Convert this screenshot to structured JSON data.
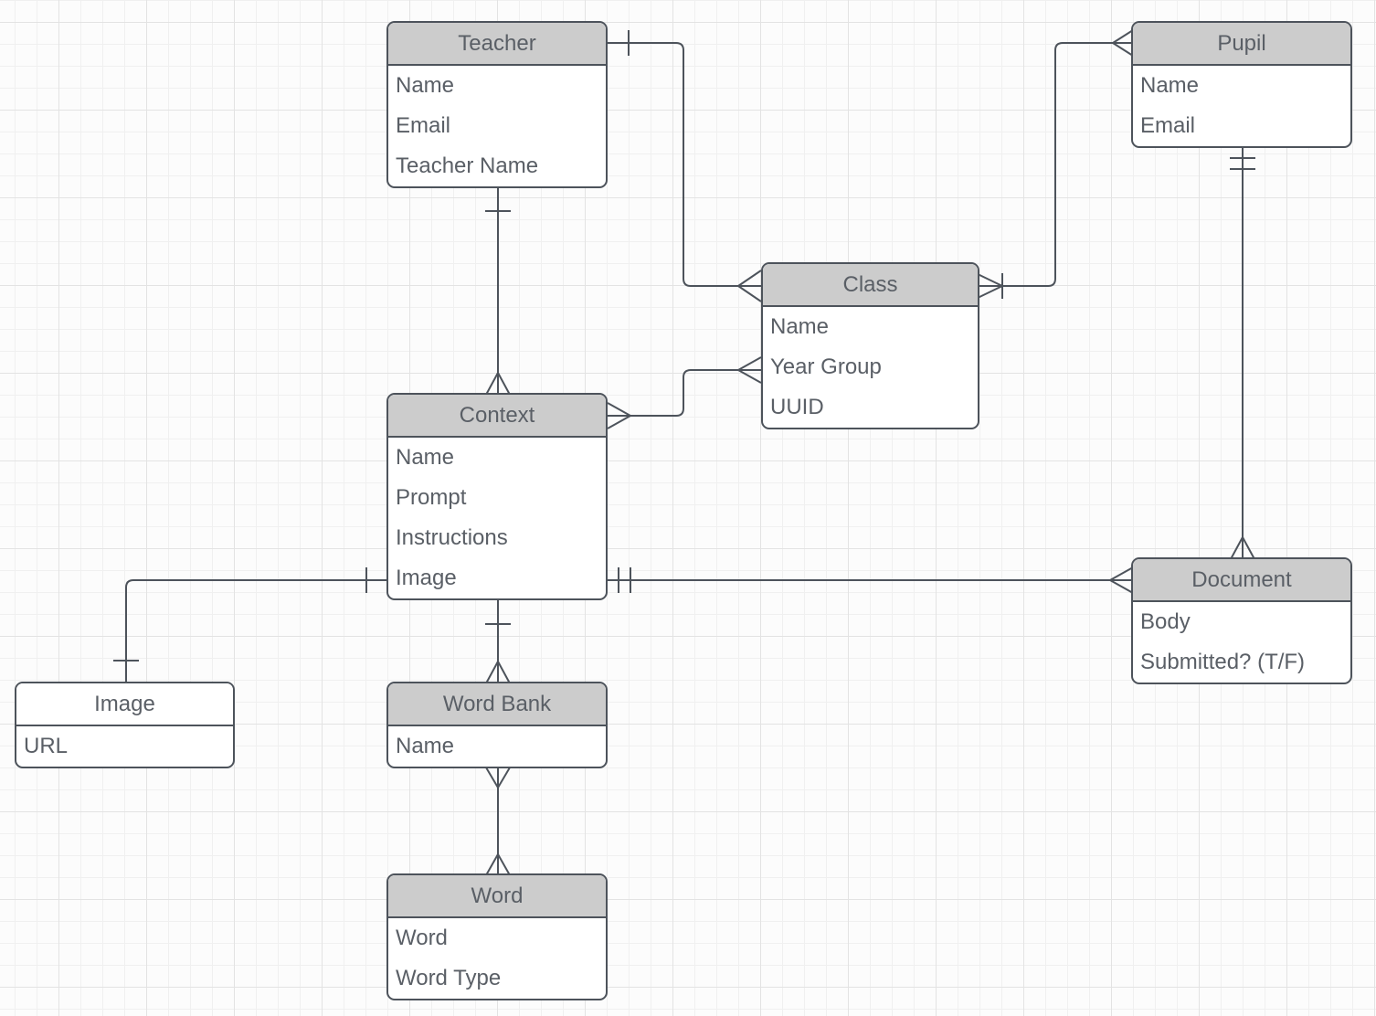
{
  "diagram_type": "entity-relationship-diagram",
  "colors": {
    "entity_header_fill": "#cccccc",
    "entity_body_fill": "#ffffff",
    "entity_border": "#4d535b",
    "text": "#5a5f66",
    "connector": "#4d535b",
    "grid_minor": "#f0f0f0",
    "grid_major": "#e3e3e3",
    "canvas_background": "#fcfcfc"
  },
  "entities": {
    "teacher": {
      "title": "Teacher",
      "rows": [
        "Name",
        "Email",
        "Teacher Name"
      ]
    },
    "pupil": {
      "title": "Pupil",
      "rows": [
        "Name",
        "Email"
      ]
    },
    "class": {
      "title": "Class",
      "rows": [
        "Name",
        "Year Group",
        "UUID"
      ]
    },
    "context": {
      "title": "Context",
      "rows": [
        "Name",
        "Prompt",
        "Instructions",
        "Image"
      ]
    },
    "document": {
      "title": "Document",
      "rows": [
        "Body",
        "Submitted? (T/F)"
      ]
    },
    "image": {
      "title": "Image",
      "rows": [
        "URL"
      ]
    },
    "wordbank": {
      "title": "Word Bank",
      "rows": [
        "Name"
      ]
    },
    "word": {
      "title": "Word",
      "rows": [
        "Word",
        "Word Type"
      ]
    }
  },
  "relationships": [
    {
      "from": "Teacher",
      "to": "Class",
      "from_cardinality": "one",
      "to_cardinality": "many"
    },
    {
      "from": "Class",
      "to": "Pupil",
      "from_cardinality": "one-or-many",
      "to_cardinality": "many"
    },
    {
      "from": "Teacher",
      "to": "Context",
      "from_cardinality": "one",
      "to_cardinality": "many"
    },
    {
      "from": "Context",
      "to": "Class",
      "from_cardinality": "many",
      "to_cardinality": "many"
    },
    {
      "from": "Context",
      "to": "Image",
      "from_cardinality": "one",
      "to_cardinality": "one"
    },
    {
      "from": "Context",
      "to": "Document",
      "from_cardinality": "exactly-one",
      "to_cardinality": "many"
    },
    {
      "from": "Pupil",
      "to": "Document",
      "from_cardinality": "exactly-one",
      "to_cardinality": "many"
    },
    {
      "from": "Context",
      "to": "Word Bank",
      "from_cardinality": "one",
      "to_cardinality": "many"
    },
    {
      "from": "Word Bank",
      "to": "Word",
      "from_cardinality": "many",
      "to_cardinality": "many"
    }
  ]
}
